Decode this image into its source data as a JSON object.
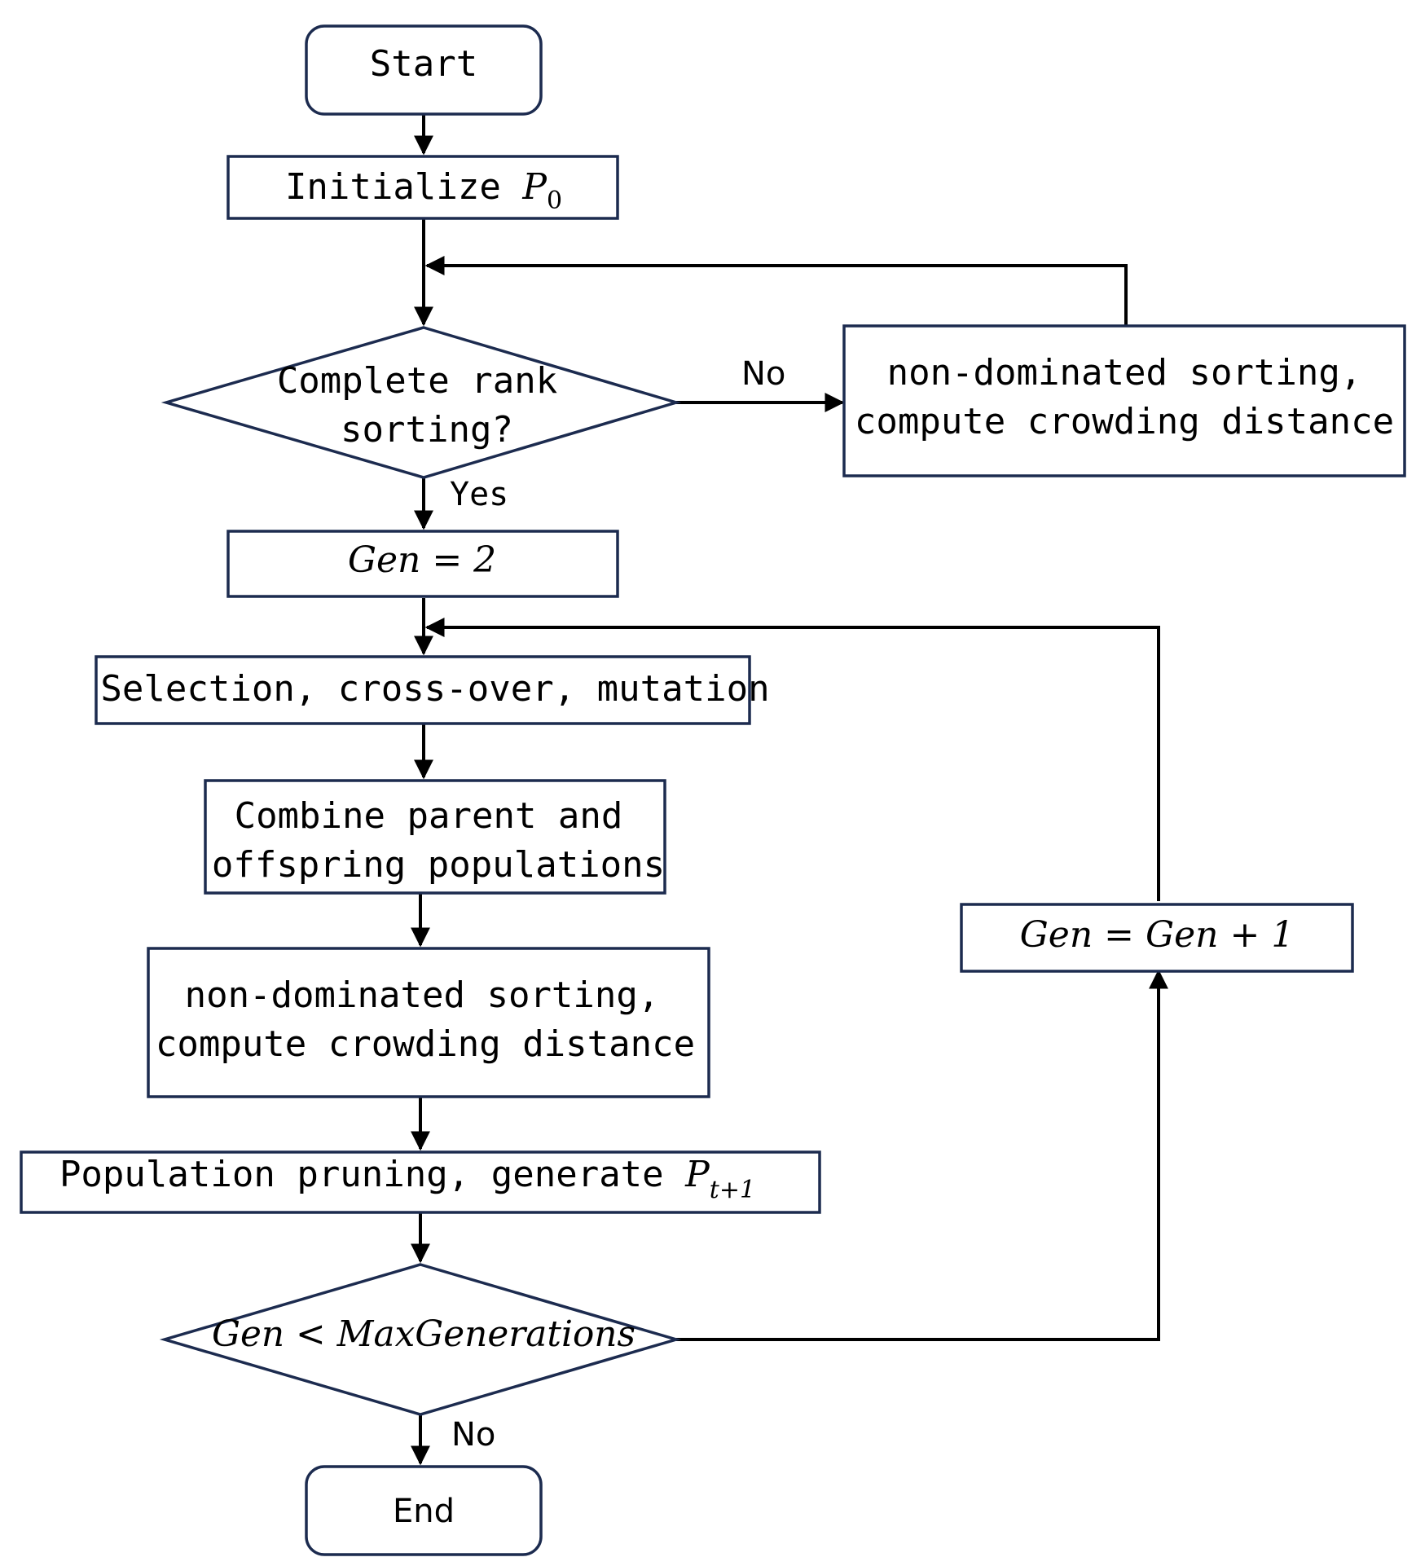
{
  "nodes": {
    "start": {
      "label": "Start"
    },
    "initialize": {
      "label": "Initialize ",
      "math": "P",
      "sub": "0"
    },
    "decision_rank": {
      "line1": "Complete rank",
      "line2": "sorting?"
    },
    "sorting_side": {
      "line1": "non-dominated sorting,",
      "line2": "compute crowding distance"
    },
    "gen_init": {
      "label": "Gen = 2"
    },
    "selection": {
      "label": "Selection, cross-over, mutation"
    },
    "combine": {
      "line1": "Combine parent and",
      "line2": "offspring populations"
    },
    "sorting_main": {
      "line1": "non-dominated sorting,",
      "line2": "compute crowding distance"
    },
    "pruning": {
      "label": "Population pruning,  generate ",
      "math": "P",
      "sub": "t+1"
    },
    "decision_gen": {
      "label": "Gen < MaxGenerations"
    },
    "gen_increment": {
      "label": "Gen = Gen + 1"
    },
    "end": {
      "label": "End"
    }
  },
  "edge_labels": {
    "rank_no": "No",
    "rank_yes": "Yes",
    "gen_no": "No"
  },
  "colors": {
    "box_border": "#1c2b4f",
    "arrow": "#000000",
    "background": "#ffffff"
  }
}
